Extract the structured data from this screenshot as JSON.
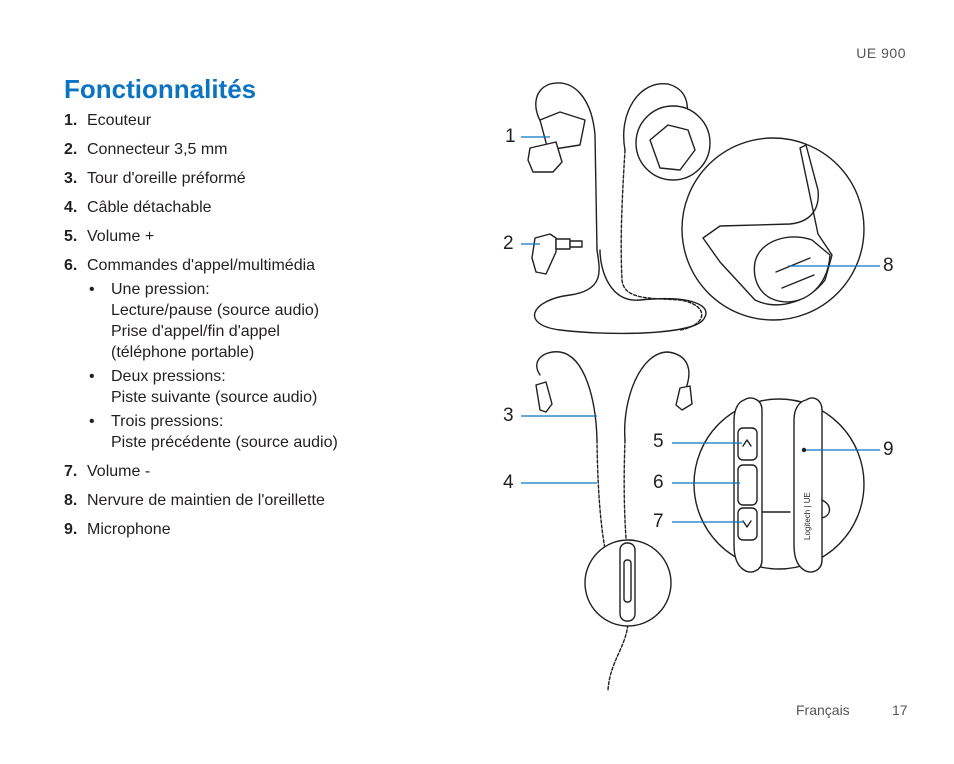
{
  "header": {
    "model": "UE 900"
  },
  "title": "Fonctionnalités",
  "features": [
    {
      "num": "1.",
      "label": "Ecouteur"
    },
    {
      "num": "2.",
      "label": "Connecteur 3,5 mm"
    },
    {
      "num": "3.",
      "label": "Tour d'oreille préformé"
    },
    {
      "num": "4.",
      "label": "Câble détachable"
    },
    {
      "num": "5.",
      "label": "Volume +"
    },
    {
      "num": "6.",
      "label": "Commandes d'appel/multimédia"
    },
    {
      "num": "7.",
      "label": "Volume -"
    },
    {
      "num": "8.",
      "label": "Nervure de maintien de l'oreillette"
    },
    {
      "num": "9.",
      "label": "Microphone"
    }
  ],
  "feature6_sub": [
    {
      "lines": [
        "Une pression:",
        "Lecture/pause (source audio)",
        "Prise d'appel/fin d'appel",
        "(téléphone portable)"
      ]
    },
    {
      "lines": [
        "Deux pressions:",
        "Piste suivante (source audio)"
      ]
    },
    {
      "lines": [
        "Trois pressions:",
        "Piste précédente (source audio)"
      ]
    }
  ],
  "callouts": {
    "c1": "1",
    "c2": "2",
    "c3": "3",
    "c4": "4",
    "c5": "5",
    "c6": "6",
    "c7": "7",
    "c8": "8",
    "c9": "9"
  },
  "diagram": {
    "remote_brand": "Logitech | UE"
  },
  "footer": {
    "language": "Français",
    "page": "17"
  },
  "colors": {
    "title": "#0a74c2",
    "callout_line": "#0a74c2",
    "text": "#231f20"
  }
}
